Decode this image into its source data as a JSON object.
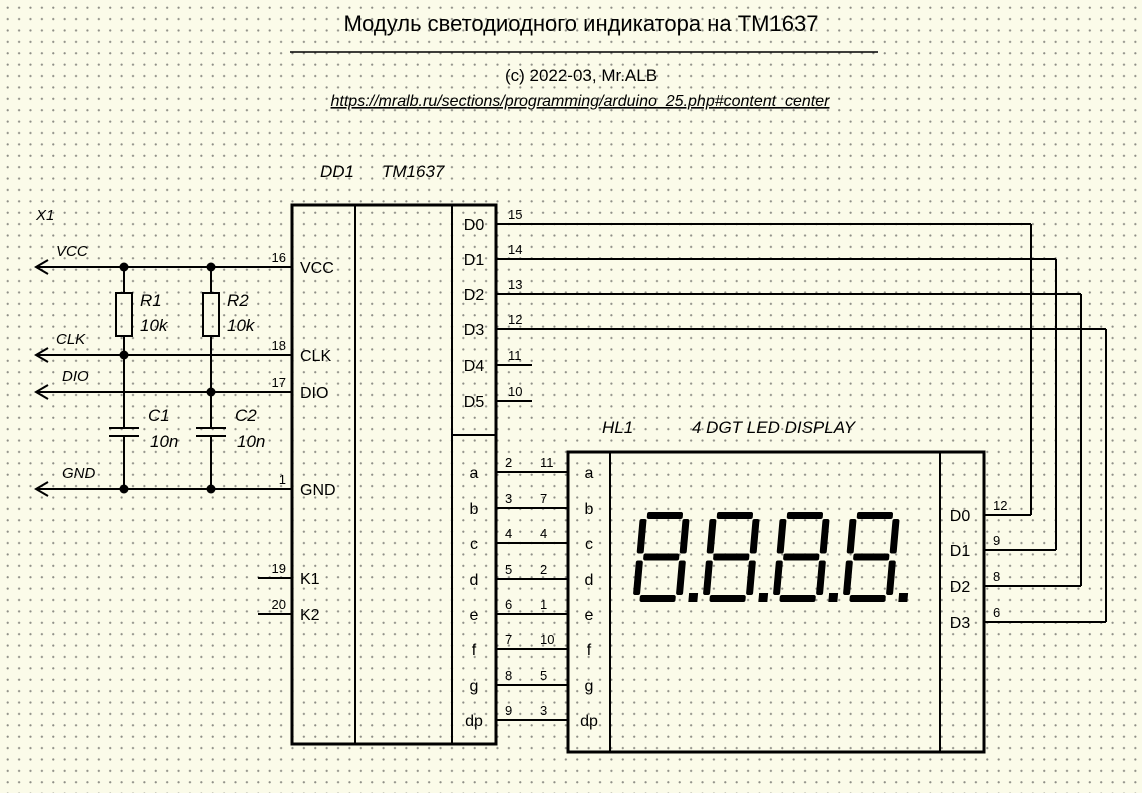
{
  "header": {
    "title": "Модуль светодиодного индикатора на TM1637",
    "copyright": "(c) 2022-03, Mr.ALB",
    "url": "https://mralb.ru/sections/programming/arduino_25.php#content_center"
  },
  "connector": {
    "ref": "X1",
    "nets": [
      "VCC",
      "CLK",
      "DIO",
      "GND"
    ]
  },
  "resistors": [
    {
      "ref": "R1",
      "value": "10k"
    },
    {
      "ref": "R2",
      "value": "10k"
    }
  ],
  "capacitors": [
    {
      "ref": "C1",
      "value": "10n"
    },
    {
      "ref": "C2",
      "value": "10n"
    }
  ],
  "chip": {
    "ref": "DD1",
    "part": "TM1637",
    "left_pins": [
      {
        "name": "VCC",
        "num": "16"
      },
      {
        "name": "CLK",
        "num": "18"
      },
      {
        "name": "DIO",
        "num": "17"
      },
      {
        "name": "GND",
        "num": "1"
      },
      {
        "name": "K1",
        "num": "19"
      },
      {
        "name": "K2",
        "num": "20"
      }
    ],
    "digit_pins": [
      {
        "name": "D0",
        "num": "15"
      },
      {
        "name": "D1",
        "num": "14"
      },
      {
        "name": "D2",
        "num": "13"
      },
      {
        "name": "D3",
        "num": "12"
      },
      {
        "name": "D4",
        "num": "11"
      },
      {
        "name": "D5",
        "num": "10"
      }
    ],
    "segment_pins": [
      {
        "name": "a",
        "num": "2"
      },
      {
        "name": "b",
        "num": "3"
      },
      {
        "name": "c",
        "num": "4"
      },
      {
        "name": "d",
        "num": "5"
      },
      {
        "name": "e",
        "num": "6"
      },
      {
        "name": "f",
        "num": "7"
      },
      {
        "name": "g",
        "num": "8"
      },
      {
        "name": "dp",
        "num": "9"
      }
    ]
  },
  "display": {
    "ref": "HL1",
    "part": "4 DGT LED DISPLAY",
    "segment_pins": [
      {
        "name": "a",
        "num": "11"
      },
      {
        "name": "b",
        "num": "7"
      },
      {
        "name": "c",
        "num": "4"
      },
      {
        "name": "d",
        "num": "2"
      },
      {
        "name": "e",
        "num": "1"
      },
      {
        "name": "f",
        "num": "10"
      },
      {
        "name": "g",
        "num": "5"
      },
      {
        "name": "dp",
        "num": "3"
      }
    ],
    "digit_pins": [
      {
        "name": "D0",
        "num": "12"
      },
      {
        "name": "D1",
        "num": "9"
      },
      {
        "name": "D2",
        "num": "8"
      },
      {
        "name": "D3",
        "num": "6"
      }
    ],
    "digit_count": 4
  }
}
